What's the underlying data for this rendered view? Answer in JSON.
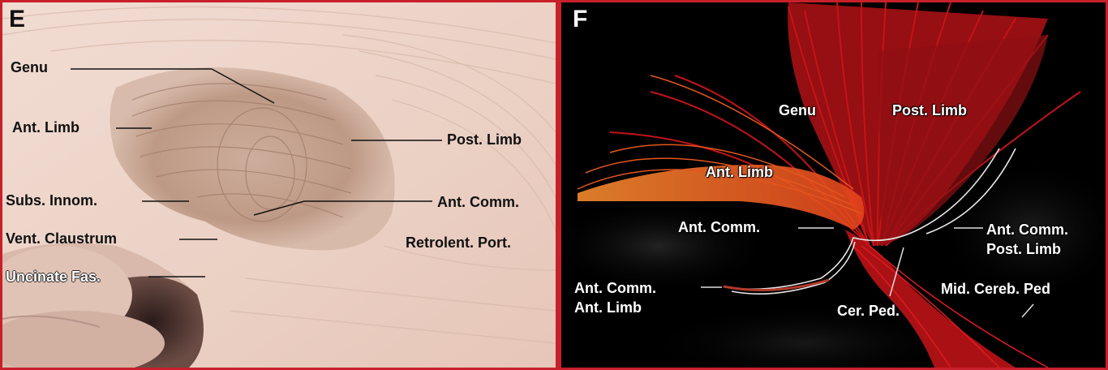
{
  "panel_e": {
    "letter": "E",
    "labels": {
      "genu": "Genu",
      "ant_limb": "Ant. Limb",
      "post_limb": "Post. Limb",
      "subs_innom": "Subs. Innom.",
      "ant_comm": "Ant. Comm.",
      "vent_claustrum": "Vent. Claustrum",
      "retrolent_port": "Retrolent. Port.",
      "uncinate_fas": "Uncinate Fas."
    }
  },
  "panel_f": {
    "letter": "F",
    "labels": {
      "genu": "Genu",
      "post_limb": "Post. Limb",
      "ant_limb": "Ant. Limb",
      "ant_comm": "Ant. Comm.",
      "ant_comm_post_limb_1": "Ant. Comm.",
      "ant_comm_post_limb_2": "Post. Limb",
      "ant_comm_ant_limb_1": "Ant. Comm.",
      "ant_comm_ant_limb_2": "Ant. Limb",
      "cer_ped": "Cer. Ped.",
      "mid_cereb_ped": "Mid. Cereb. Ped"
    }
  },
  "colors": {
    "frame": "#c8202a",
    "tissue": "#ecd0c4",
    "tissue_dark": "#b79380",
    "fiber_red": "#d8161a",
    "fiber_orange": "#e8782a"
  }
}
